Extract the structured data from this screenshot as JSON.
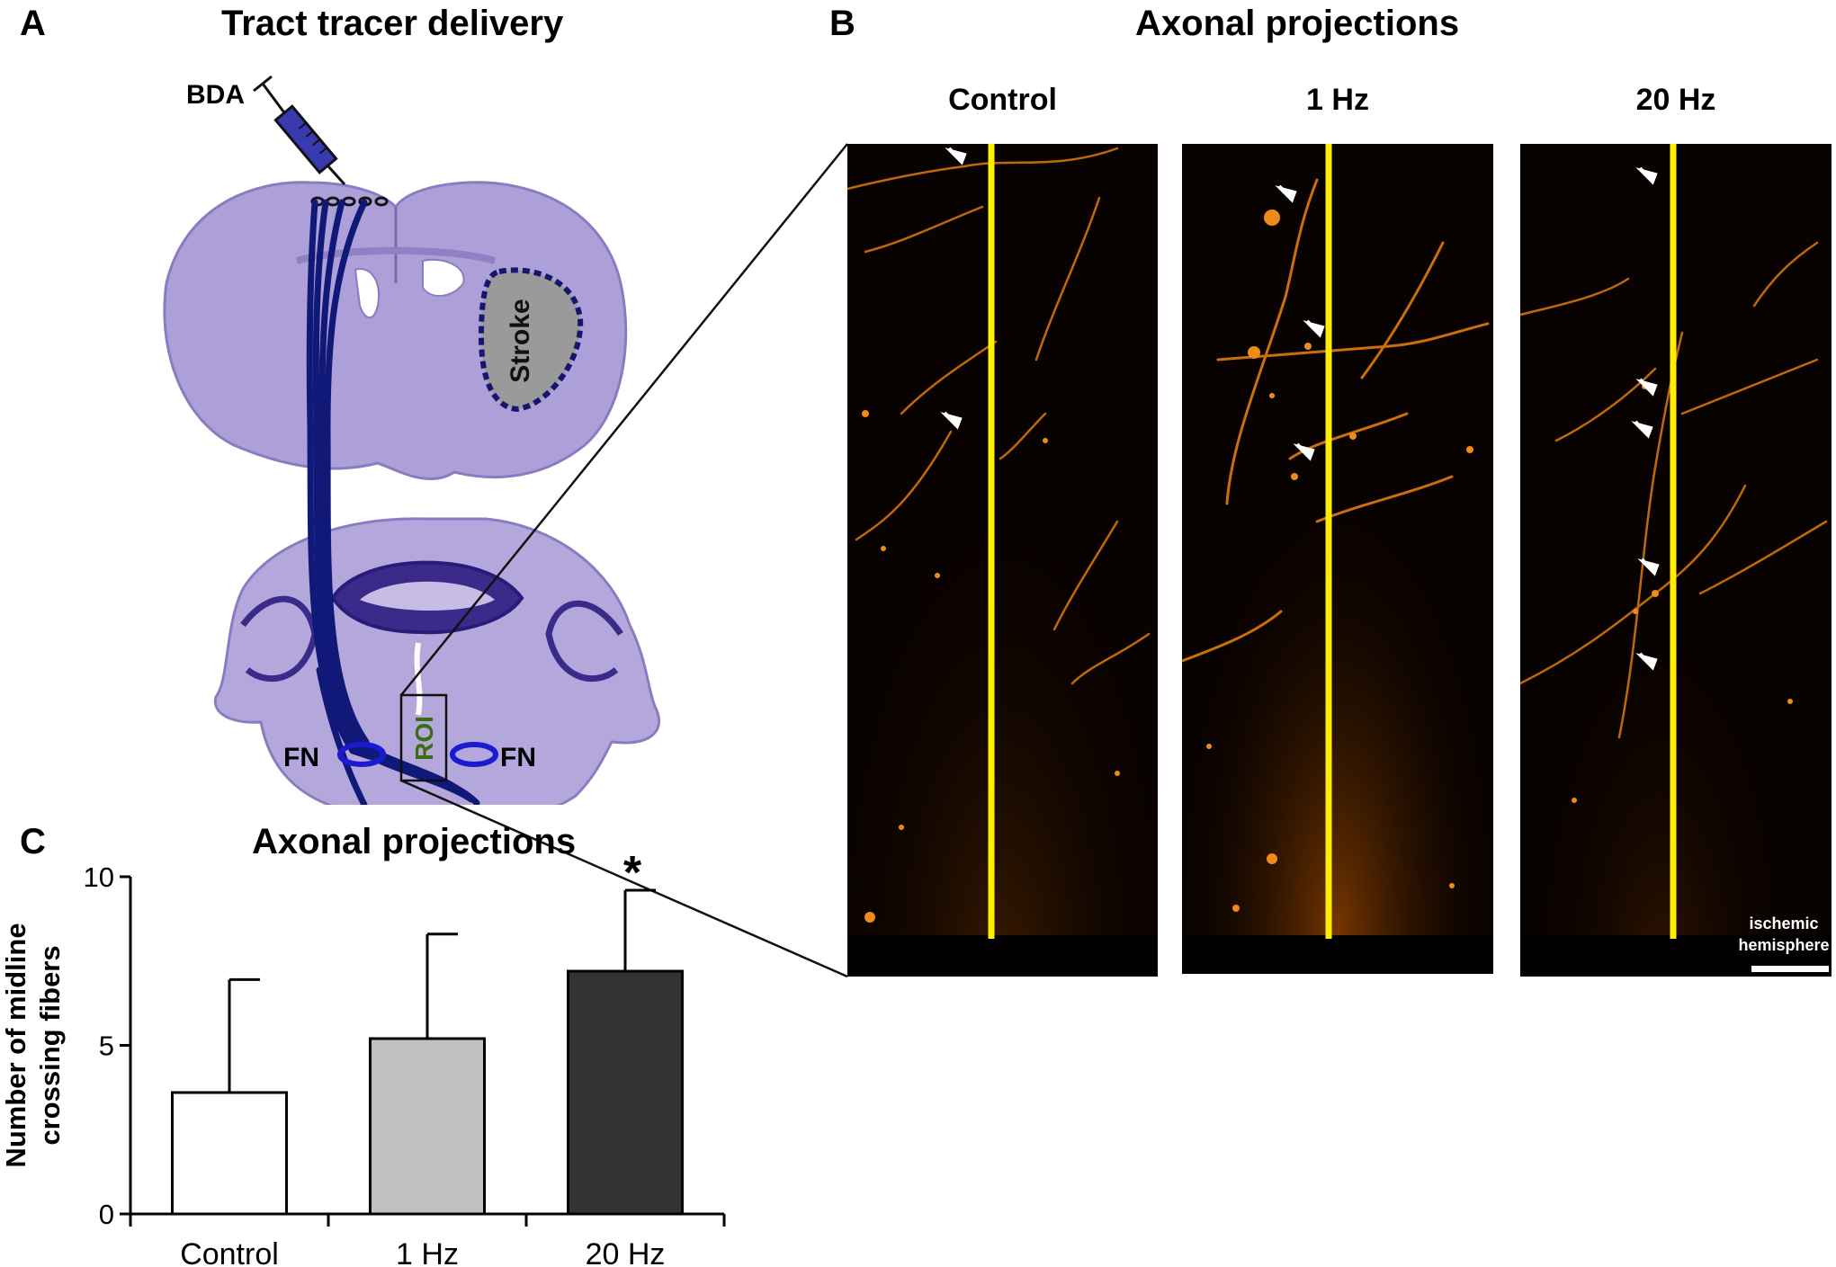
{
  "panel_a": {
    "letter": "A",
    "title": "Tract tracer delivery",
    "labels": {
      "tracer": "BDA",
      "lesion": "Stroke",
      "roi": "ROI",
      "nucleus_left": "FN",
      "nucleus_right": "FN"
    },
    "colors": {
      "tissue": "#a89ed6",
      "tract": "#101878",
      "lesion": "#999999",
      "lesion_border": "#1a1a6e",
      "roi_text": "#3a6e10"
    }
  },
  "panel_b": {
    "letter": "B",
    "title": "Axonal projections",
    "conditions": [
      "Control",
      "1 Hz",
      "20 Hz"
    ],
    "scalebar_label_line1": "ischemic",
    "scalebar_label_line2": "hemisphere",
    "colors": {
      "midline": "#ffee00",
      "fiber": "#e07a10",
      "arrow": "#ffffff",
      "background": "#080200"
    }
  },
  "panel_c": {
    "letter": "C",
    "significance_marker": "*",
    "chart_data": {
      "type": "bar",
      "title": "Axonal projections",
      "ylabel": "Number of midline crossing fibers",
      "ylabel_line1": "Number of midline",
      "ylabel_line2": "crossing fibers",
      "xlabel": "",
      "categories": [
        "Control",
        "1 Hz",
        "20 Hz"
      ],
      "values": [
        3.6,
        5.2,
        7.2
      ],
      "error_upper": [
        3.35,
        3.1,
        2.4
      ],
      "ylim": [
        0,
        10
      ],
      "yticks": [
        0,
        5,
        10
      ],
      "bar_colors": [
        "#ffffff",
        "#c0c0c0",
        "#333333"
      ],
      "grid": false,
      "legend": "none"
    }
  }
}
